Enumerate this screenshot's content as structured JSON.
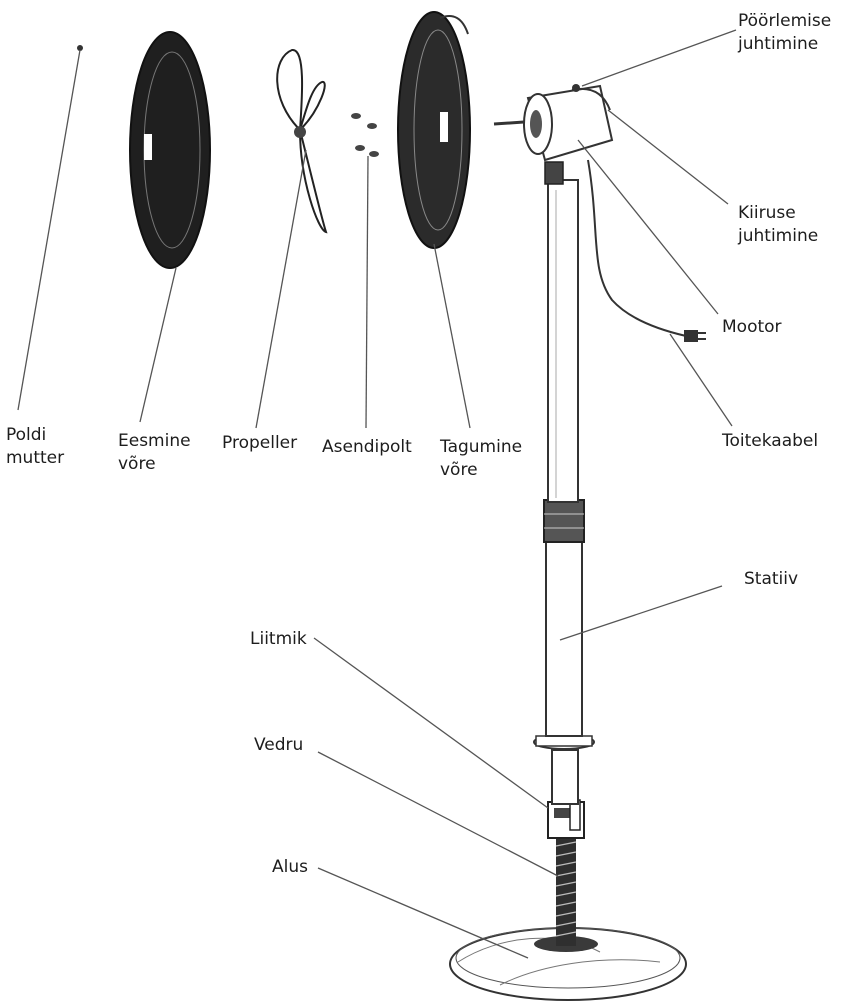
{
  "labels": {
    "poldi_mutter": [
      "Poldi",
      "mutter"
    ],
    "eesmine_vore": [
      "Eesmine",
      "võre"
    ],
    "propeller": [
      "Propeller"
    ],
    "asendipolt": [
      "Asendipolt"
    ],
    "tagumine_vore": [
      "Tagumine",
      "võre"
    ],
    "poorlemise_juhtimine": [
      "Pöörlemise",
      "juhtimine"
    ],
    "kiiruse_juhtimine": [
      "Kiiruse",
      "juhtimine"
    ],
    "mootor": [
      "Mootor"
    ],
    "toitekaabel": [
      "Toitekaabel"
    ],
    "statiiv": [
      "Statiiv"
    ],
    "liitmik": [
      "Liitmik"
    ],
    "vedru": [
      "Vedru"
    ],
    "alus": [
      "Alus"
    ]
  },
  "colors": {
    "line": "#555555",
    "label": "#1d1d1d",
    "grille": "#2b2b2b"
  }
}
